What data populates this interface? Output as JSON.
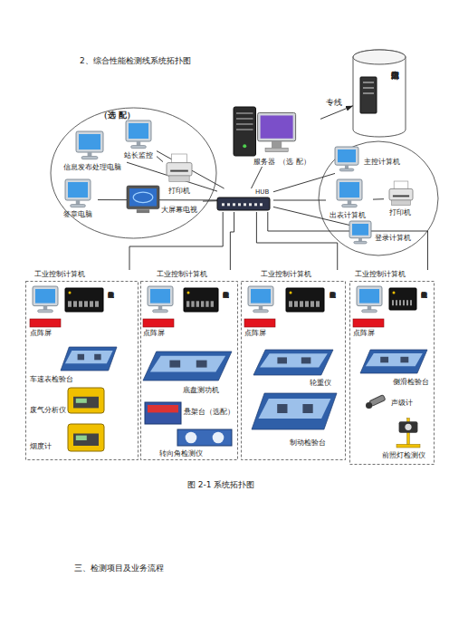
{
  "diagram": {
    "title": "2、综合性能检测线系统拓扑图",
    "caption": "图 2-1 系统拓扑图",
    "nodes": [
      {
        "text": [
          "上级部门信息数据"
        ]
      },
      {
        "text": [
          "服务器",
          "（选 配）"
        ]
      },
      {
        "text": [
          "（选 配）"
        ]
      },
      {
        "text": [
          "信息发布处理电脑"
        ],
        "in": 2
      },
      {
        "text": [
          "站长监控"
        ],
        "in": 2
      },
      {
        "text": [
          "打印机"
        ],
        "in": 2
      },
      {
        "text": [
          "签章电脑"
        ],
        "in": 2
      },
      {
        "text": [
          "大屏幕电视"
        ],
        "in": 2
      },
      {
        "text": [
          "HUB"
        ]
      },
      {
        "text": [
          "主控计算机"
        ]
      },
      {
        "text": [
          "出表计算机"
        ]
      },
      {
        "text": [
          "打印机"
        ]
      },
      {
        "text": [
          "登录计算机"
        ]
      },
      {
        "text": [
          "工业控制计算机"
        ]
      },
      {
        "text": [
          "点阵屏"
        ],
        "in": 13
      },
      {
        "text": [
          "高速智能化采集模块"
        ],
        "in": 13
      },
      {
        "text": [
          "车速表检验台"
        ],
        "in": 13
      },
      {
        "text": [
          "废气分析仪"
        ],
        "in": 13
      },
      {
        "text": [
          "烟度计"
        ],
        "in": 13
      },
      {
        "text": [
          "工业控制计算机"
        ]
      },
      {
        "text": [
          "点阵屏"
        ],
        "in": 19
      },
      {
        "text": [
          "高速智能化采集模块"
        ],
        "in": 19
      },
      {
        "text": [
          "底盘测功机"
        ],
        "in": 19
      },
      {
        "text": [
          "悬架台（选配）"
        ],
        "in": 19
      },
      {
        "text": [
          "转向角检测仪"
        ],
        "in": 19
      },
      {
        "text": [
          "工业控制计算机"
        ]
      },
      {
        "text": [
          "点阵屏"
        ],
        "in": 25
      },
      {
        "text": [
          "高速智能化采集模块"
        ],
        "in": 25
      },
      {
        "text": [
          "轮重仪"
        ],
        "in": 25
      },
      {
        "text": [
          "制动检验台"
        ],
        "in": 25
      },
      {
        "text": [
          "工业控制计算机"
        ]
      },
      {
        "text": [
          "点阵屏"
        ],
        "in": 30
      },
      {
        "text": [
          "高速智能化采集模块"
        ],
        "in": 30
      },
      {
        "text": [
          "侧滑检验台"
        ],
        "in": 30
      },
      {
        "text": [
          "声级计"
        ],
        "in": 30
      },
      {
        "text": [
          "前照灯检测仪"
        ],
        "in": 30
      }
    ],
    "edges": [
      {
        "from": 1,
        "to": 0,
        "label": "专线",
        "arrow": "to"
      },
      {
        "from": 8,
        "to": 1,
        "arrow": "none"
      },
      {
        "from": 3,
        "to": 8,
        "arrow": "none"
      },
      {
        "from": 4,
        "to": 8,
        "arrow": "none"
      },
      {
        "from": 6,
        "to": 8,
        "arrow": "none"
      },
      {
        "from": 7,
        "to": 8,
        "arrow": "none"
      },
      {
        "from": 4,
        "to": 5,
        "arrow": "none"
      },
      {
        "from": 8,
        "to": 9,
        "arrow": "none"
      },
      {
        "from": 8,
        "to": 10,
        "arrow": "none"
      },
      {
        "from": 8,
        "to": 12,
        "arrow": "none"
      },
      {
        "from": 10,
        "to": 11,
        "arrow": "none"
      },
      {
        "from": 8,
        "to": 13,
        "arrow": "none"
      },
      {
        "from": 8,
        "to": 19,
        "arrow": "none"
      },
      {
        "from": 8,
        "to": 25,
        "arrow": "none"
      },
      {
        "from": 8,
        "to": 30,
        "arrow": "none"
      }
    ],
    "labels": [
      "三、检测项目及业务流程"
    ]
  }
}
